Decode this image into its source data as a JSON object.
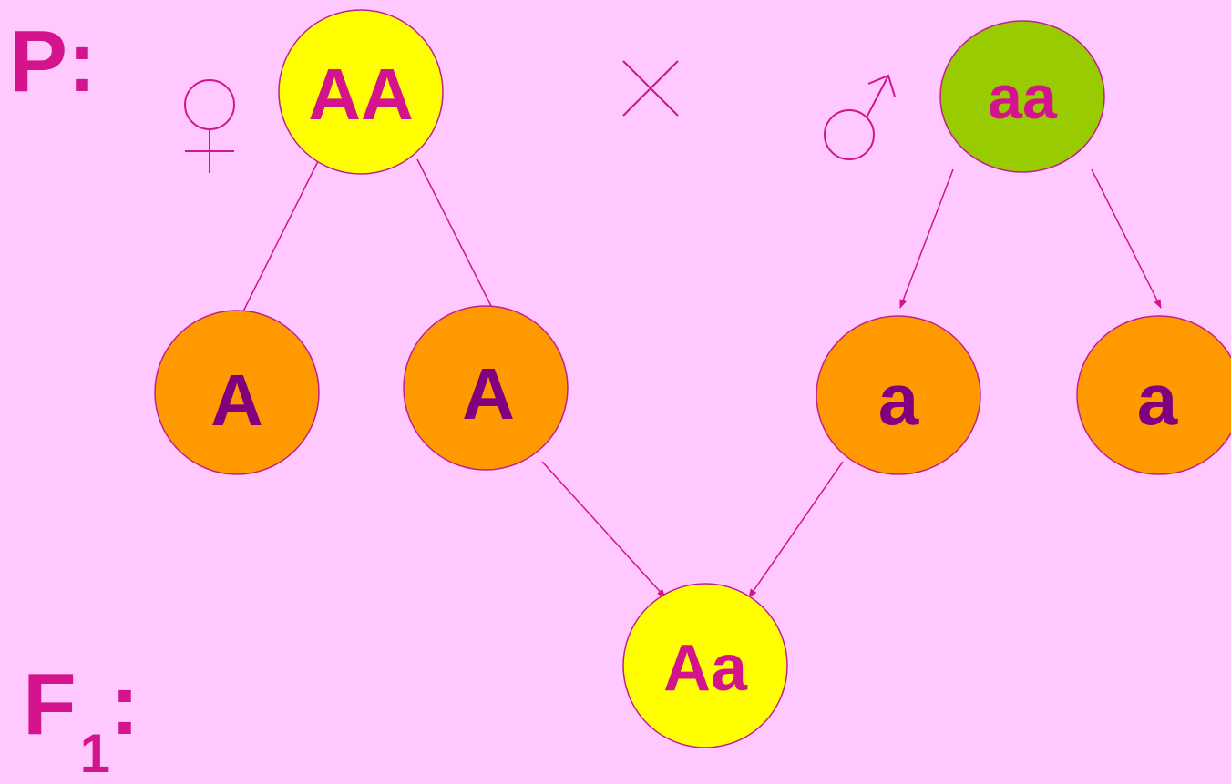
{
  "generation_labels": {
    "parental": "P:",
    "f1_letter": "F",
    "f1_subscript": "1",
    "f1_colon": ":"
  },
  "cross_symbol": "×",
  "parents": {
    "female": {
      "symbol": "female-symbol",
      "genotype": "AA",
      "fill": "#FFFF00"
    },
    "male": {
      "symbol": "male-symbol",
      "genotype": "aa",
      "fill": "#99CC00"
    }
  },
  "gametes": [
    {
      "allele": "A",
      "fill": "#FF9900"
    },
    {
      "allele": "A",
      "fill": "#FF9900"
    },
    {
      "allele": "a",
      "fill": "#FF9900"
    },
    {
      "allele": "a",
      "fill": "#FF9900"
    }
  ],
  "offspring": {
    "genotype": "Aa",
    "fill": "#FFFF00"
  },
  "colors": {
    "background": "#FFC8FF",
    "label_pink": "#D4148C",
    "gamete_text": "#800080",
    "line": "#D4148C"
  }
}
